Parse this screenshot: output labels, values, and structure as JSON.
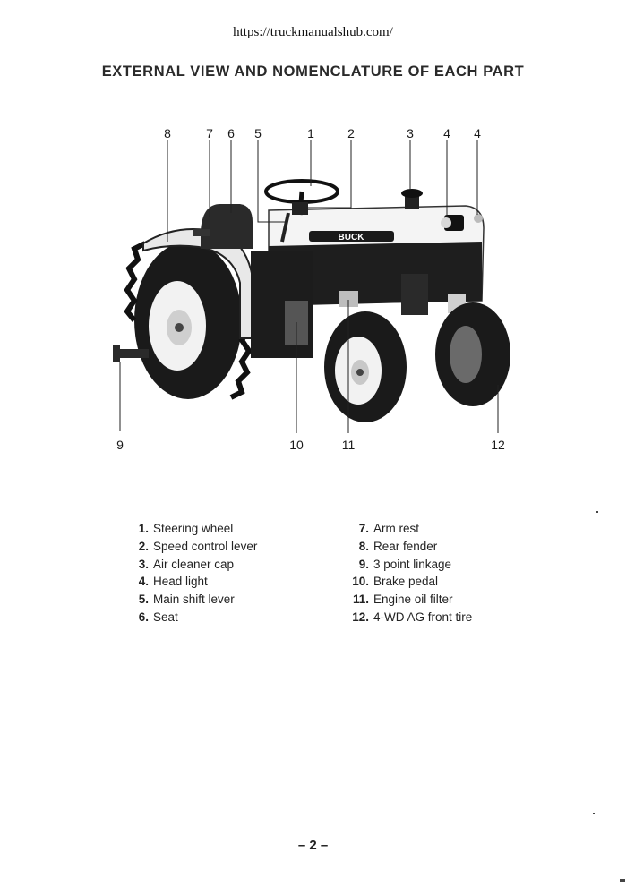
{
  "header": {
    "url": "https://truckmanualshub.com/"
  },
  "title": "EXTERNAL VIEW AND NOMENCLATURE OF EACH PART",
  "figure": {
    "brand_badge": "BUCK",
    "callout_numbers": [
      "8",
      "7",
      "6",
      "5",
      "1",
      "2",
      "3",
      "4",
      "4",
      "9",
      "10",
      "11",
      "12"
    ]
  },
  "legend": {
    "left": [
      {
        "num": "1.",
        "label": "Steering wheel"
      },
      {
        "num": "2.",
        "label": "Speed control lever"
      },
      {
        "num": "3.",
        "label": "Air cleaner cap"
      },
      {
        "num": "4.",
        "label": "Head light"
      },
      {
        "num": "5.",
        "label": "Main shift lever"
      },
      {
        "num": "6.",
        "label": "Seat"
      }
    ],
    "right": [
      {
        "num": "7.",
        "label": "Arm rest"
      },
      {
        "num": "8.",
        "label": "Rear fender"
      },
      {
        "num": "9.",
        "label": "3 point linkage"
      },
      {
        "num": "10.",
        "label": "Brake pedal"
      },
      {
        "num": "11.",
        "label": "Engine oil filter"
      },
      {
        "num": "12.",
        "label": "4-WD AG front tire"
      }
    ]
  },
  "page_number": "– 2 –"
}
